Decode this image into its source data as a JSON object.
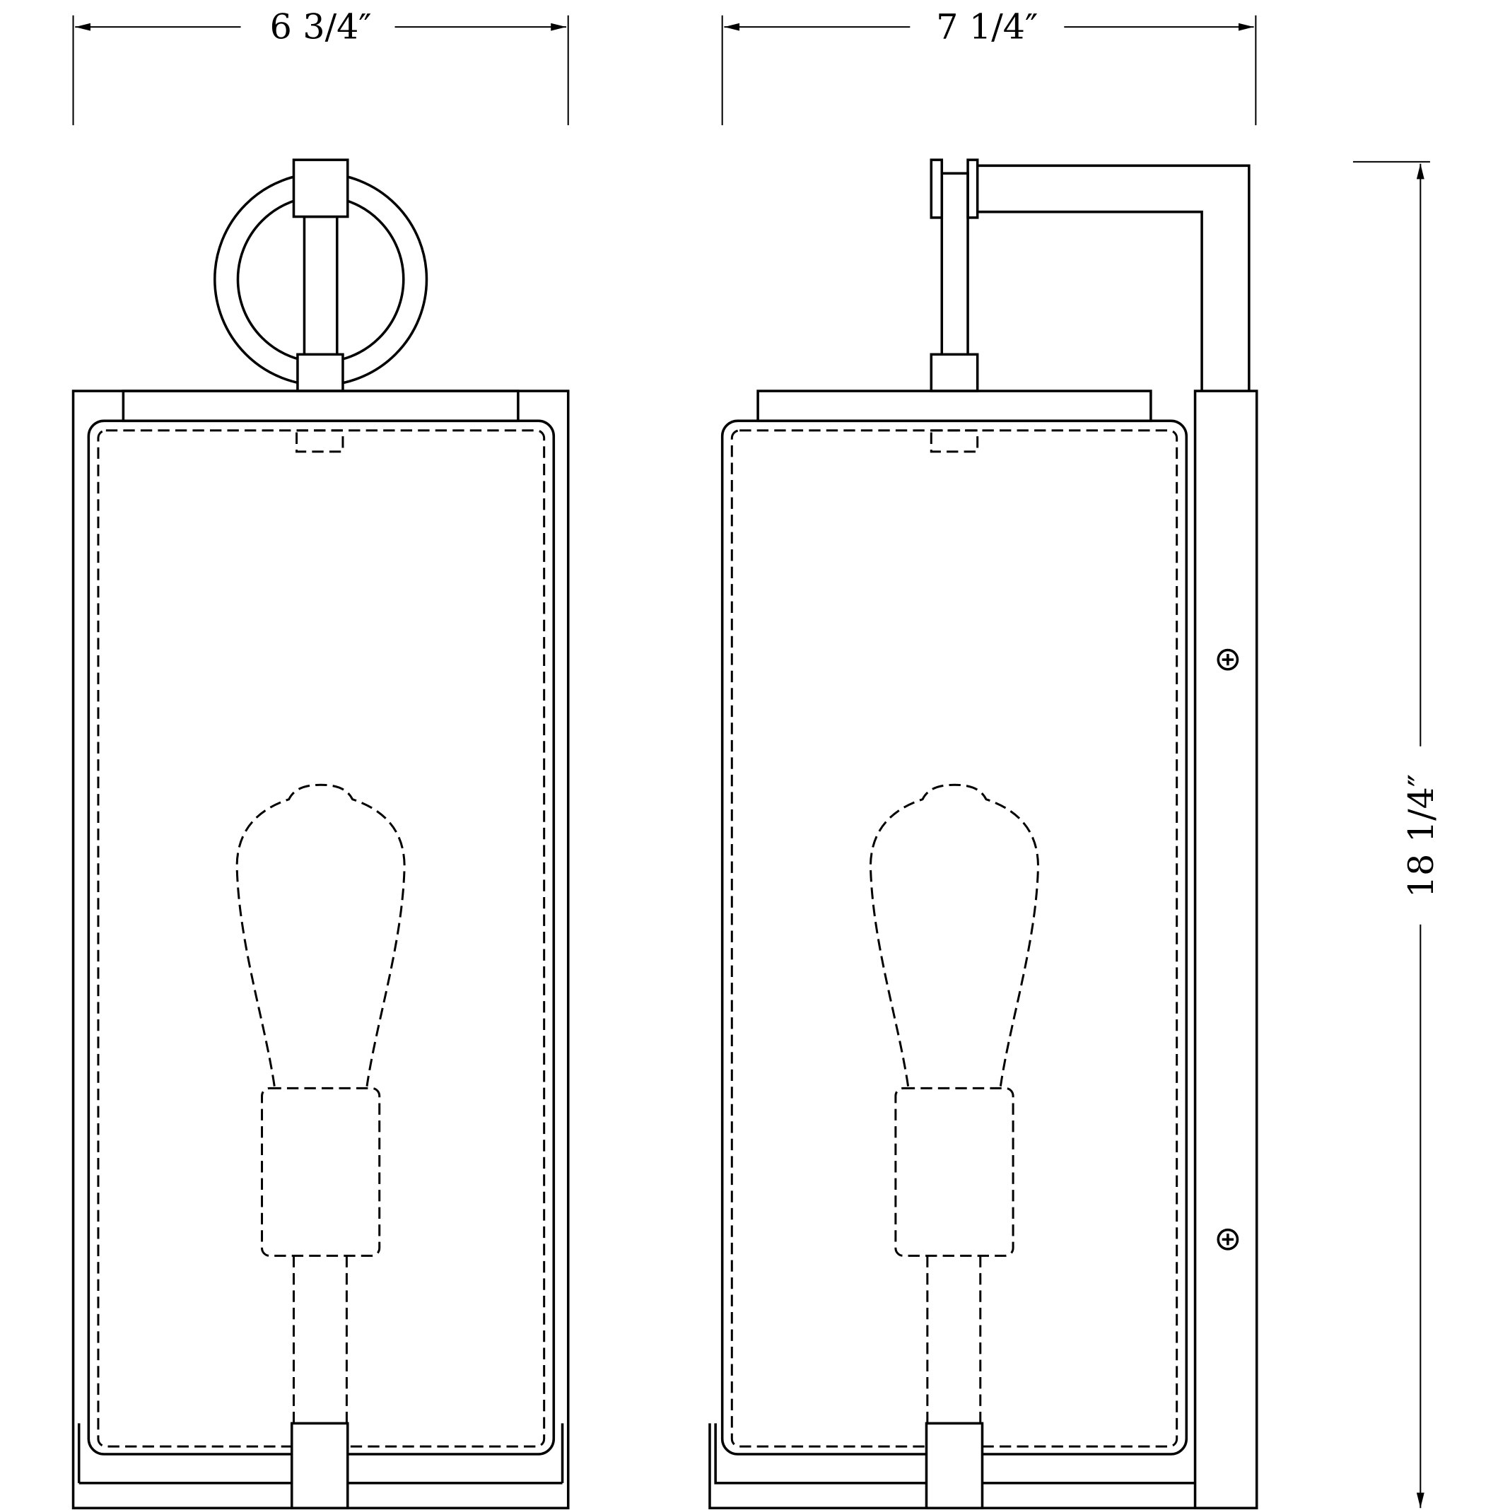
{
  "dimensions": {
    "front_width": "6 3/4″",
    "side_depth": "7 1/4″",
    "height": "18 1/4″"
  },
  "colors": {
    "line": "#000000",
    "background": "#ffffff"
  }
}
